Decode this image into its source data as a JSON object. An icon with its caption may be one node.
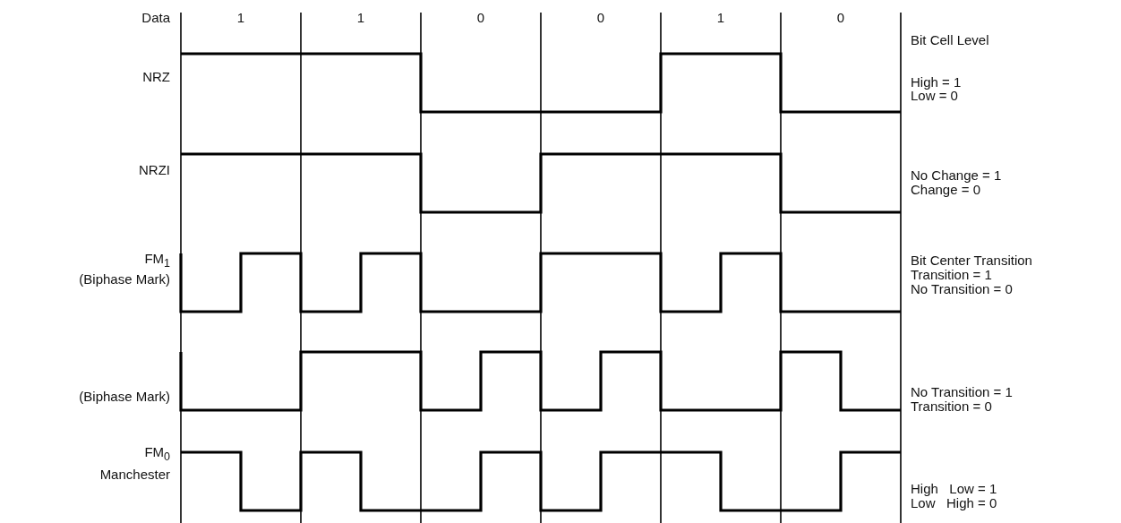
{
  "diagram": {
    "labels": [
      "Data",
      "1",
      "1",
      "0",
      "0",
      "1",
      "0",
      "Bit Cell Level",
      "NRZ",
      "High = 1",
      "Low = 0",
      "NRZI",
      "No Change = 1",
      "Change = 0",
      "FM$_{1}$",
      "(Biphase Mark)",
      "Bit Center Transition",
      "Transition = 1",
      "No Transition = 0",
      "(Biphase Mark)",
      "No Transition = 1",
      "Transition = 0",
      "FM$_{0}$",
      "Manchester",
      "High   Low = 1",
      "Low   High = 0"
    ]
  }
}
